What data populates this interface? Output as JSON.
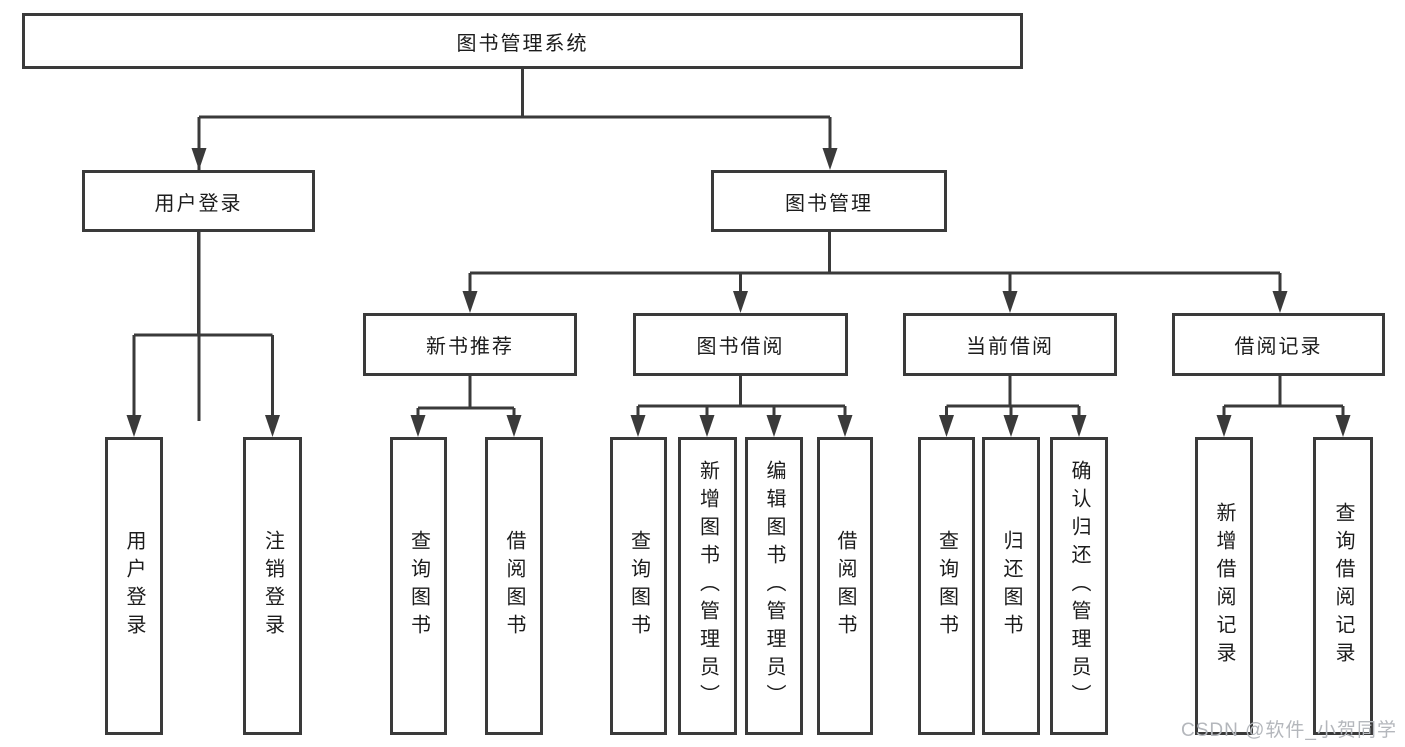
{
  "diagram": {
    "title": "图书管理系统",
    "level2": [
      {
        "label": "用户登录"
      },
      {
        "label": "图书管理"
      }
    ],
    "level3": [
      {
        "label": "新书推荐"
      },
      {
        "label": "图书借阅"
      },
      {
        "label": "当前借阅"
      },
      {
        "label": "借阅记录"
      }
    ],
    "leaves": [
      {
        "label": "用户登录"
      },
      {
        "label": "注销登录"
      },
      {
        "label": "查询图书"
      },
      {
        "label": "借阅图书"
      },
      {
        "label": "查询图书"
      },
      {
        "label": "新增图书（管理员）"
      },
      {
        "label": "编辑图书（管理员）"
      },
      {
        "label": "借阅图书"
      },
      {
        "label": "查询图书"
      },
      {
        "label": "归还图书"
      },
      {
        "label": "确认归还（管理员）"
      },
      {
        "label": "新增借阅记录"
      },
      {
        "label": "查询借阅记录"
      }
    ]
  },
  "watermark": {
    "text": "CSDN @软件_小贺同学"
  },
  "colors": {
    "line": "#3a3a3a",
    "text": "#1c1c1c",
    "watermark": "#b4b7bc",
    "background": "#ffffff"
  }
}
